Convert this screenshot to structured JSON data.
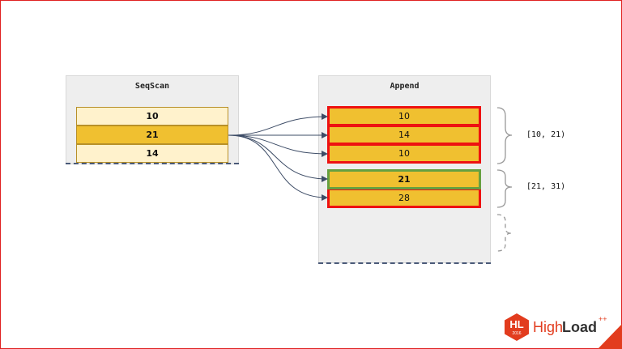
{
  "seqscan": {
    "title": "SeqScan",
    "rows": [
      "10",
      "21",
      "14"
    ]
  },
  "append": {
    "title": "Append",
    "group1": [
      "10",
      "14",
      "10"
    ],
    "group2": [
      "21",
      "28"
    ]
  },
  "ranges": [
    "[10, 21)",
    "[21, 31)"
  ],
  "logo": {
    "badge": "HL",
    "badge_sub": "2016",
    "word1": "High",
    "word2": "Load",
    "plus": "++"
  },
  "colors": {
    "cell_light": "#fff2cc",
    "cell_dark": "#f0c030",
    "highlight_red": "#ee1111",
    "highlight_green": "#66a040",
    "connector": "#3d4c66",
    "brand_red": "#e23c1e"
  },
  "icons": {
    "logo_badge": "hexagon-icon",
    "corner_triangle": "corner-triangle"
  }
}
